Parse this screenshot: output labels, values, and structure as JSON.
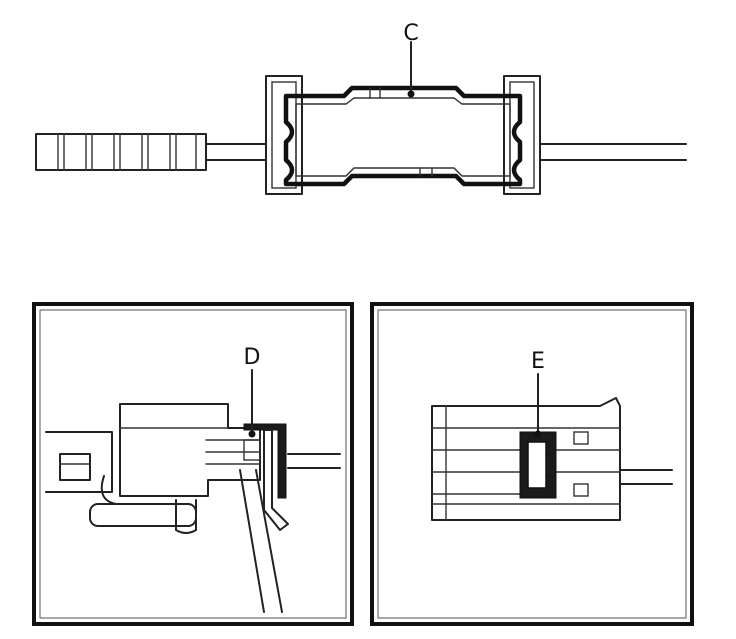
{
  "labels": {
    "c": "C",
    "d": "D",
    "e": "E"
  },
  "colors": {
    "ink": "#222222",
    "background": "#ffffff"
  }
}
